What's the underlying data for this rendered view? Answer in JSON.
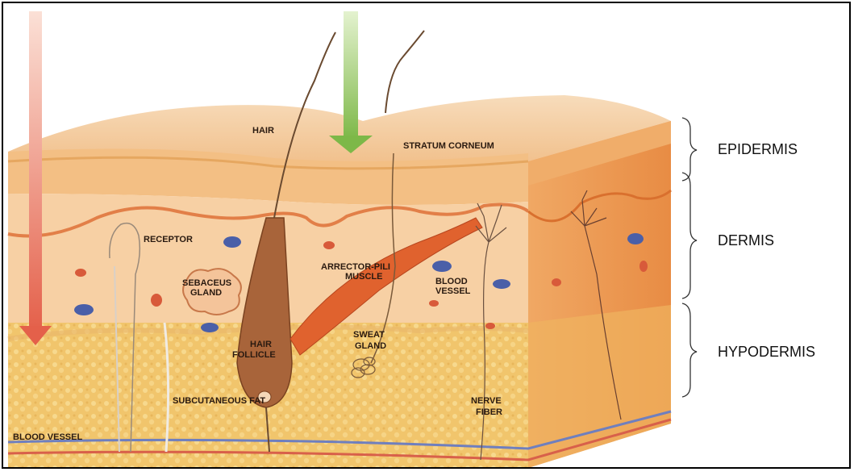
{
  "labels": {
    "hair": "HAIR",
    "stratum_corneum": "STRATUM CORNEUM",
    "receptor": "RECEPTOR",
    "sebaceus_gland_1": "SEBACEUS",
    "sebaceus_gland_2": "GLAND",
    "arrector_1": "ARRECTOR-PILI",
    "arrector_2": "MUSCLE",
    "blood_vessel_1": "BLOOD",
    "blood_vessel_2": "VESSEL",
    "hair_follicle_1": "HAIR",
    "hair_follicle_2": "FOLLICLE",
    "sweat_gland_1": "SWEAT",
    "sweat_gland_2": "GLAND",
    "subcutaneous_fat": "SUBCUTANEOUS FAT",
    "nerve_fiber_1": "NERVE",
    "nerve_fiber_2": "FIBER",
    "blood_vessel_bottom": "BLOOD VESSEL"
  },
  "layers": {
    "epidermis": "EPIDERMIS",
    "dermis": "DERMIS",
    "hypodermis": "HYPODERMIS"
  },
  "colors": {
    "epidermis": "#f3c28d",
    "dermis": "#f6cc9c",
    "hypodermis": "#f0c46a",
    "side_face": "#e9954e",
    "red_arrow": "#e8735a",
    "green_arrow": "#8cc45a",
    "follicle": "#a8643a",
    "muscle": "#e0622e",
    "vein_blue": "#4a5fa8",
    "vessel_red": "#d85a3a"
  }
}
